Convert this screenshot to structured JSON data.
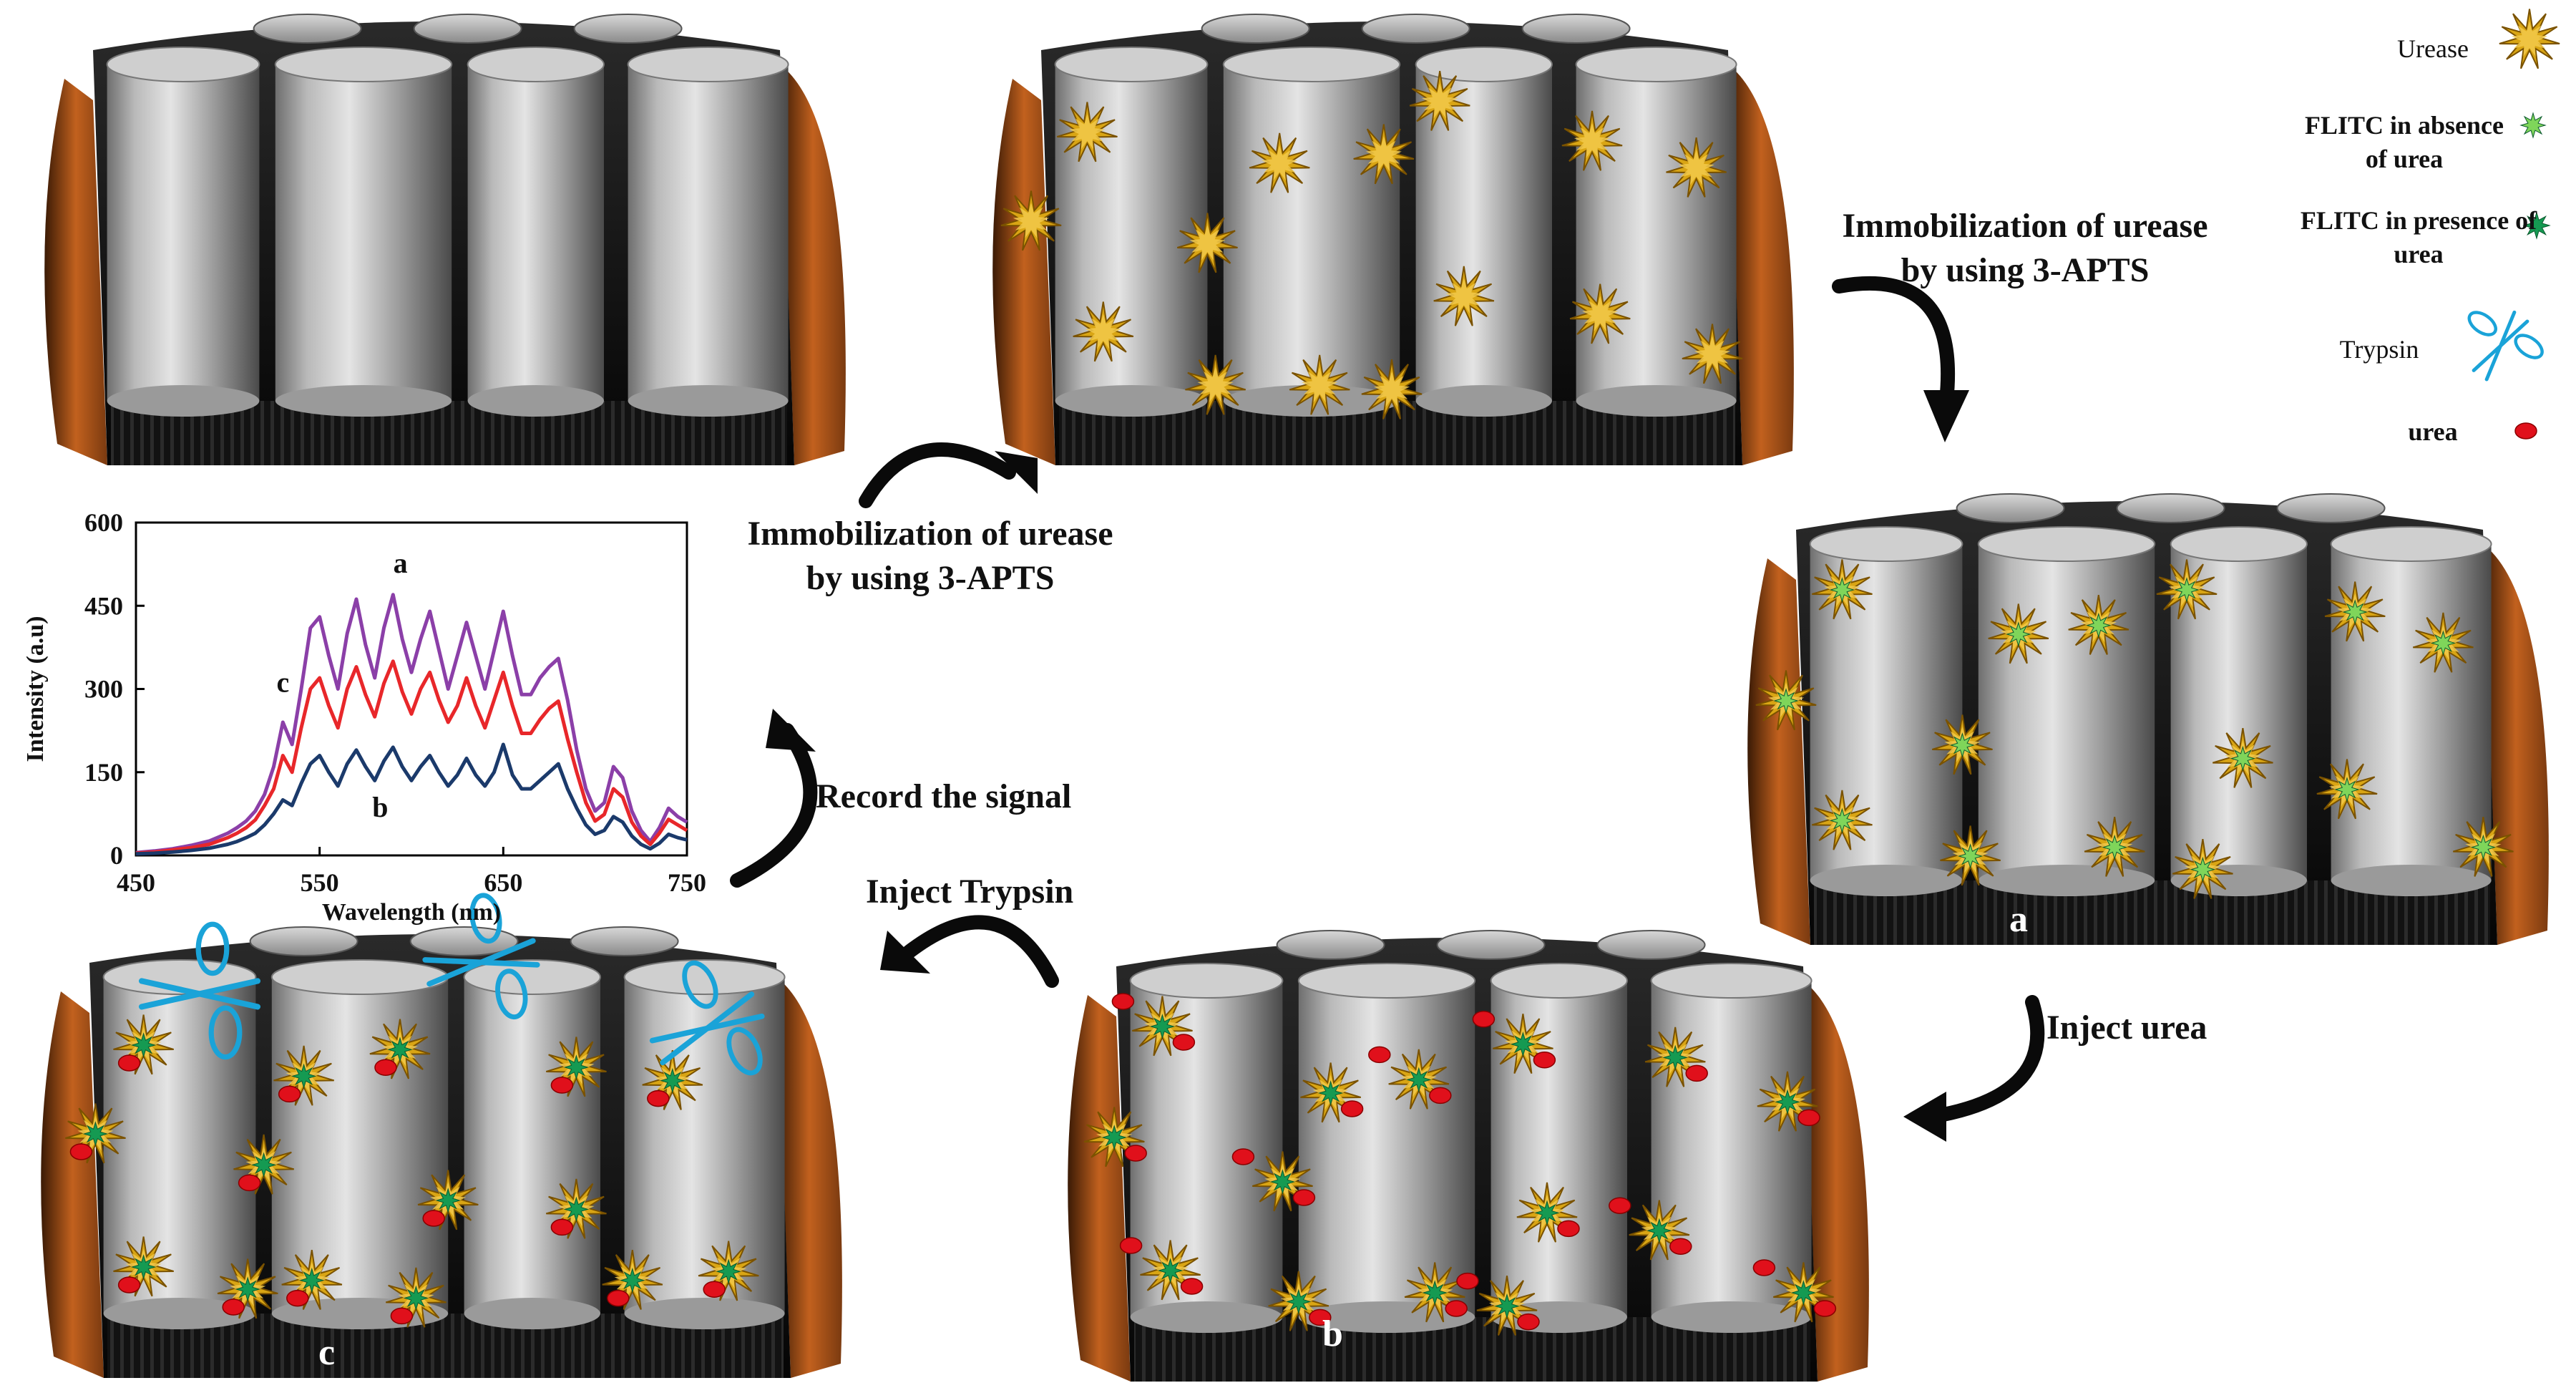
{
  "steps": {
    "immobilize_top": "Immobilization  of urease by using 3-APTS",
    "immobilize_mid": "Immobilization  of urease by using 3-APTS",
    "inject_urea": "Inject urea",
    "inject_trypsin": "Inject Trypsin",
    "record_signal": "Record the signal"
  },
  "stage_labels": {
    "a": "a",
    "b": "b",
    "c": "c"
  },
  "legend": {
    "urease": "Urease",
    "flitc_absence": "FLITC in absence of urea",
    "flitc_presence": "FLITC in presence of urea",
    "trypsin": "Trypsin",
    "urea": "urea"
  },
  "colors": {
    "urease": "#d9a514",
    "flitc_absence": "#7fd55a",
    "flitc_presence": "#159a52",
    "trypsin": "#1aa3d8",
    "urea": "#e0101b",
    "base_dark": "#111111",
    "base_side": "#b5561b"
  },
  "chart_data": {
    "type": "line",
    "xlabel": "Wavelength (nm)",
    "ylabel": "Intensity (a.u)",
    "xlim": [
      450,
      750
    ],
    "ylim": [
      0,
      600
    ],
    "xticks": [
      450,
      550,
      650,
      750
    ],
    "yticks": [
      0,
      150,
      300,
      450,
      600
    ],
    "grid": false,
    "series": [
      {
        "name": "a",
        "color": "#8b3fa8",
        "x": [
          450,
          460,
          470,
          480,
          490,
          500,
          505,
          510,
          515,
          520,
          525,
          530,
          535,
          540,
          545,
          550,
          555,
          560,
          565,
          570,
          575,
          580,
          585,
          590,
          595,
          600,
          605,
          610,
          615,
          620,
          625,
          630,
          635,
          640,
          645,
          650,
          655,
          660,
          665,
          670,
          675,
          680,
          685,
          690,
          695,
          700,
          705,
          710,
          715,
          720,
          725,
          730,
          735,
          740,
          745,
          750
        ],
        "y": [
          5,
          8,
          12,
          18,
          26,
          40,
          50,
          62,
          80,
          110,
          160,
          240,
          200,
          300,
          410,
          430,
          360,
          300,
          400,
          462,
          380,
          320,
          410,
          470,
          390,
          330,
          390,
          440,
          370,
          300,
          360,
          420,
          360,
          300,
          370,
          440,
          360,
          290,
          290,
          320,
          340,
          355,
          280,
          190,
          120,
          80,
          95,
          160,
          140,
          80,
          45,
          25,
          50,
          85,
          70,
          60
        ]
      },
      {
        "name": "",
        "color": "#e8272a",
        "x": [
          450,
          460,
          470,
          480,
          490,
          500,
          505,
          510,
          515,
          520,
          525,
          530,
          535,
          540,
          545,
          550,
          555,
          560,
          565,
          570,
          575,
          580,
          585,
          590,
          595,
          600,
          605,
          610,
          615,
          620,
          625,
          630,
          635,
          640,
          645,
          650,
          655,
          660,
          665,
          670,
          675,
          680,
          685,
          690,
          695,
          700,
          705,
          710,
          715,
          720,
          725,
          730,
          735,
          740,
          745,
          750
        ],
        "y": [
          4,
          6,
          10,
          14,
          20,
          32,
          40,
          50,
          64,
          90,
          120,
          180,
          150,
          230,
          300,
          320,
          270,
          230,
          300,
          340,
          290,
          250,
          310,
          350,
          295,
          255,
          300,
          330,
          280,
          240,
          270,
          320,
          270,
          230,
          280,
          330,
          270,
          220,
          220,
          245,
          265,
          278,
          210,
          150,
          95,
          62,
          74,
          120,
          105,
          60,
          35,
          20,
          40,
          65,
          55,
          45
        ]
      },
      {
        "name": "b",
        "color": "#1b3a6b",
        "x": [
          450,
          460,
          470,
          480,
          490,
          500,
          505,
          510,
          515,
          520,
          525,
          530,
          535,
          540,
          545,
          550,
          555,
          560,
          565,
          570,
          575,
          580,
          585,
          590,
          595,
          600,
          605,
          610,
          615,
          620,
          625,
          630,
          635,
          640,
          645,
          650,
          655,
          660,
          665,
          670,
          675,
          680,
          685,
          690,
          695,
          700,
          705,
          710,
          715,
          720,
          725,
          730,
          735,
          740,
          745,
          750
        ],
        "y": [
          3,
          4,
          6,
          9,
          13,
          20,
          25,
          32,
          40,
          55,
          75,
          100,
          90,
          130,
          165,
          180,
          150,
          125,
          165,
          190,
          160,
          135,
          170,
          195,
          160,
          135,
          160,
          180,
          150,
          125,
          145,
          175,
          145,
          125,
          150,
          200,
          145,
          120,
          120,
          135,
          150,
          165,
          120,
          85,
          55,
          38,
          45,
          70,
          60,
          35,
          20,
          12,
          22,
          38,
          32,
          28
        ]
      }
    ],
    "annotations": [
      {
        "text": "a",
        "x": 594,
        "y": 510
      },
      {
        "text": "c",
        "x": 530,
        "y": 295
      },
      {
        "text": "b",
        "x": 583,
        "y": 70
      }
    ]
  }
}
